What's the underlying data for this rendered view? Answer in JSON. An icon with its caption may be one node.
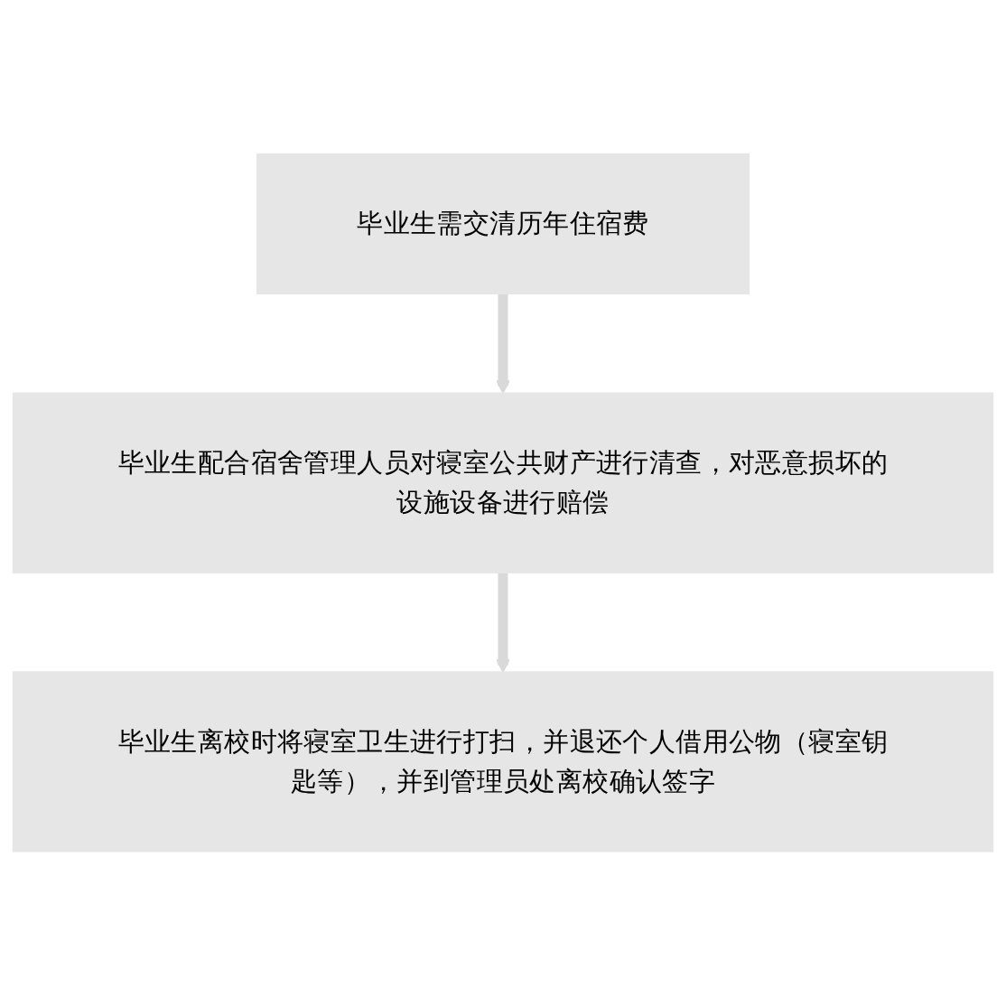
{
  "diagram": {
    "nodes": [
      {
        "text": [
          "毕业生需交清历年住宿费"
        ]
      },
      {
        "text": [
          "毕业生配合宿舍管理人员对寝室公共财产进行清查，对恶意损坏的设施设备进行赔偿"
        ]
      },
      {
        "text": [
          "毕业生离校时将寝室卫生进行打扫，并退还个人借用公物（寝室钥匙等），并到管理员处离校确认签字"
        ]
      }
    ],
    "edges": [
      {
        "from": 0,
        "to": 1,
        "arrow": "to"
      },
      {
        "from": 1,
        "to": 2,
        "arrow": "to"
      }
    ]
  }
}
